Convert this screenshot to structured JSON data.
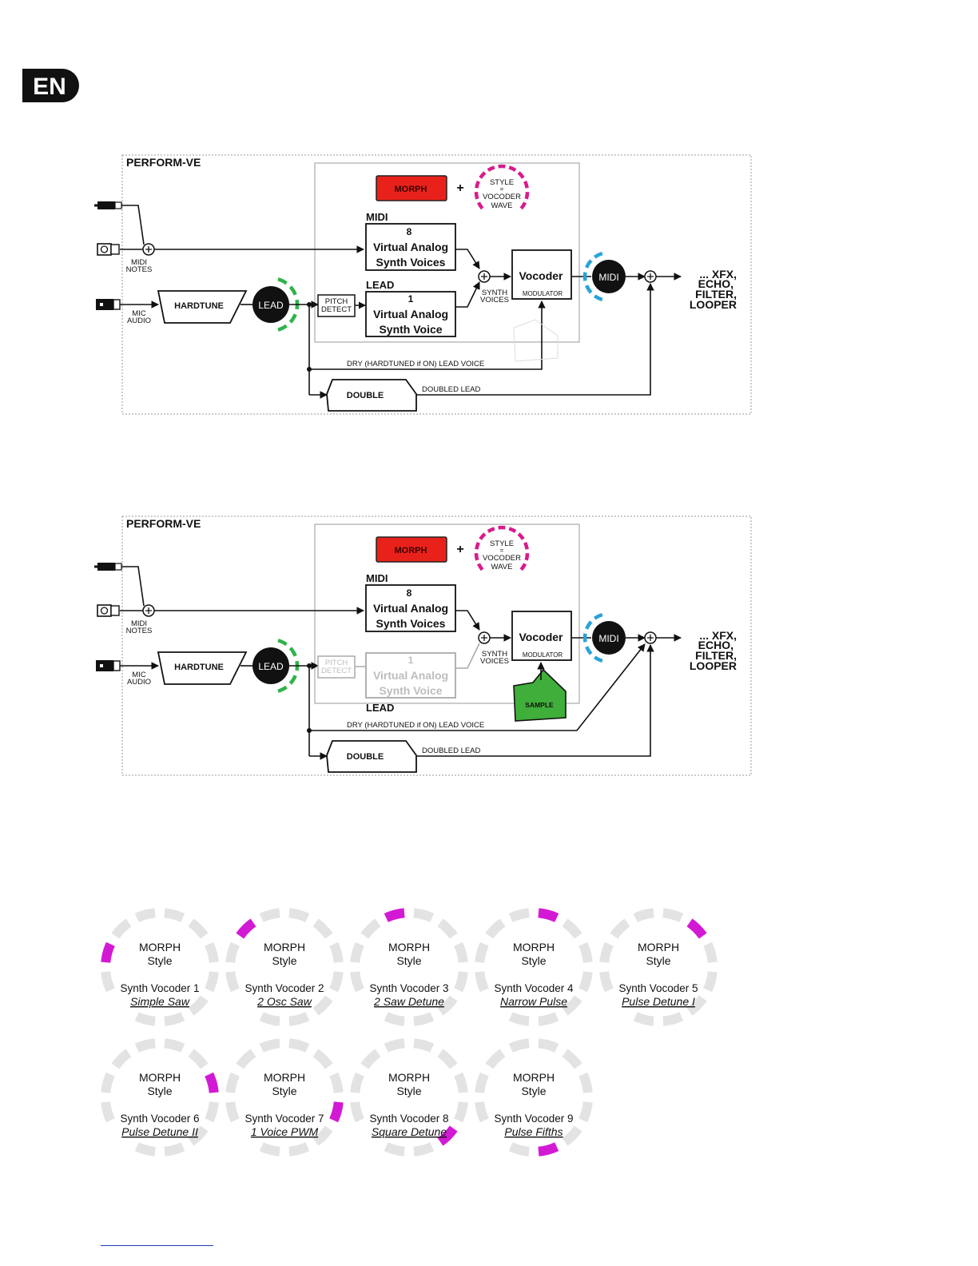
{
  "badge": {
    "label": "EN"
  },
  "colors": {
    "morph_red": "#e8221b",
    "style_magenta": "#d81b8c",
    "lead_green": "#2fb34a",
    "midi_blue": "#29a3d9",
    "sample_green": "#3fae3a",
    "dial_grey": "#e3e3e3",
    "dial_active": "#d21ad4",
    "badge_black": "#111111"
  },
  "diagrams": [
    {
      "title": "PERFORM-VE",
      "morph_label": "MORPH",
      "plus_sign": "+",
      "style_dial": {
        "line1": "STYLE",
        "line2": "=",
        "line3": "VOCODER",
        "line4": "WAVE"
      },
      "midi_notes": {
        "line1": "MIDI",
        "line2": "NOTES"
      },
      "mic_audio": {
        "line1": "MIC",
        "line2": "AUDIO"
      },
      "hardtune": "HARDTUNE",
      "lead_knob": "LEAD",
      "pitch_detect": {
        "line1": "PITCH",
        "line2": "DETECT"
      },
      "midi_section_label": "MIDI",
      "voices8": {
        "count": "8",
        "line1": "Virtual Analog",
        "line2": "Synth Voices"
      },
      "lead_section_label": "LEAD",
      "voice1": {
        "count": "1",
        "line1": "Virtual Analog",
        "line2": "Synth Voice"
      },
      "synth_voices": {
        "line1": "SYNTH",
        "line2": "VOICES"
      },
      "vocoder": {
        "title": "Vocoder",
        "sub": "MODULATOR"
      },
      "midi_knob": "MIDI",
      "outputs": {
        "line1": "... XFX,",
        "line2": "ECHO,",
        "line3": "FILTER,",
        "line4": "LOOPER"
      },
      "dry_label": "DRY (HARDTUNED if ON) LEAD VOICE",
      "double_label": "DOUBLE",
      "doubled_lead": "DOUBLED LEAD"
    },
    {
      "title": "PERFORM-VE",
      "morph_label": "MORPH",
      "plus_sign": "+",
      "style_dial": {
        "line1": "STYLE",
        "line2": "=",
        "line3": "VOCODER",
        "line4": "WAVE"
      },
      "midi_notes": {
        "line1": "MIDI",
        "line2": "NOTES"
      },
      "mic_audio": {
        "line1": "MIC",
        "line2": "AUDIO"
      },
      "hardtune": "HARDTUNE",
      "lead_knob": "LEAD",
      "pitch_detect": {
        "line1": "PITCH",
        "line2": "DETECT"
      },
      "midi_section_label": "MIDI",
      "voices8": {
        "count": "8",
        "line1": "Virtual Analog",
        "line2": "Synth Voices"
      },
      "lead_section_label": "LEAD",
      "voice1": {
        "count": "1",
        "line1": "Virtual Analog",
        "line2": "Synth Voice"
      },
      "synth_voices": {
        "line1": "SYNTH",
        "line2": "VOICES"
      },
      "vocoder": {
        "title": "Vocoder",
        "sub": "MODULATOR"
      },
      "sample_label": "SAMPLE",
      "midi_knob": "MIDI",
      "outputs": {
        "line1": "... XFX,",
        "line2": "ECHO,",
        "line3": "FILTER,",
        "line4": "LOOPER"
      },
      "dry_label": "DRY (HARDTUNED if ON) LEAD VOICE",
      "double_label": "DOUBLE",
      "doubled_lead": "DOUBLED LEAD"
    }
  ],
  "styles": [
    {
      "line1": "MORPH",
      "line2": "Style",
      "name": "Synth Vocoder 1",
      "preset": "Simple Saw",
      "position": 1
    },
    {
      "line1": "MORPH",
      "line2": "Style",
      "name": "Synth Vocoder 2",
      "preset": "2 Osc Saw",
      "position": 2
    },
    {
      "line1": "MORPH",
      "line2": "Style",
      "name": "Synth Vocoder 3",
      "preset": "2 Saw Detune",
      "position": 3
    },
    {
      "line1": "MORPH",
      "line2": "Style",
      "name": "Synth Vocoder 4",
      "preset": "Narrow Pulse",
      "position": 4
    },
    {
      "line1": "MORPH",
      "line2": "Style",
      "name": "Synth Vocoder 5",
      "preset": "Pulse Detune I",
      "position": 5
    },
    {
      "line1": "MORPH",
      "line2": "Style",
      "name": "Synth Vocoder 6",
      "preset": "Pulse Detune II",
      "position": 6
    },
    {
      "line1": "MORPH",
      "line2": "Style",
      "name": "Synth Vocoder 7",
      "preset": "1 Voice PWM",
      "position": 7
    },
    {
      "line1": "MORPH",
      "line2": "Style",
      "name": "Synth Vocoder 8",
      "preset": "Square Detune",
      "position": 8
    },
    {
      "line1": "MORPH",
      "line2": "Style",
      "name": "Synth Vocoder 9",
      "preset": "Pulse Fifths",
      "position": 9
    }
  ]
}
